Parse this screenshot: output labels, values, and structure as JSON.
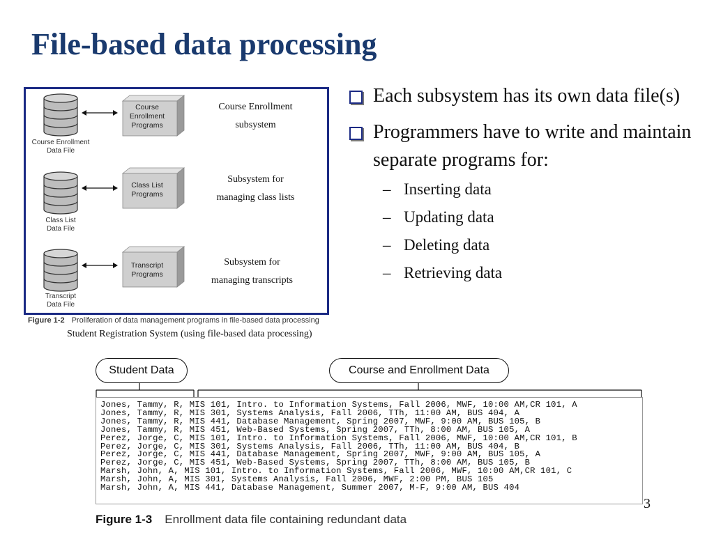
{
  "slide": {
    "title": "File-based data processing",
    "page_number": "3"
  },
  "figure_1_2": {
    "rows": [
      {
        "db_label_1": "Course Enrollment",
        "db_label_2": "Data File",
        "program_1": "Course",
        "program_2": "Enrollment",
        "program_3": "Programs",
        "subsystem_1": "Course Enrollment",
        "subsystem_2": "subsystem"
      },
      {
        "db_label_1": "Class List",
        "db_label_2": "Data File",
        "program_1": "Class List",
        "program_2": "Programs",
        "program_3": "",
        "subsystem_1": "Subsystem for",
        "subsystem_2": "managing class lists"
      },
      {
        "db_label_1": "Transcript",
        "db_label_2": "Data File",
        "program_1": "Transcript",
        "program_2": "Programs",
        "program_3": "",
        "subsystem_1": "Subsystem for",
        "subsystem_2": "managing transcripts"
      }
    ],
    "caption_number": "Figure 1-2",
    "caption_text": "Proliferation of data management programs in file-based data processing",
    "subcaption": "Student Registration System (using file-based data processing)"
  },
  "bullets": {
    "items": [
      {
        "text": "Each subsystem has its own data file(s)"
      },
      {
        "text": "Programmers have to write and maintain separate programs for:"
      }
    ],
    "subitems": [
      "Inserting data",
      "Updating data",
      "Deleting data",
      "Retrieving data"
    ]
  },
  "figure_1_3": {
    "tag_student": "Student Data",
    "tag_course": "Course and Enrollment Data",
    "lines": [
      "Jones, Tammy, R, MIS 101, Intro. to Information Systems, Fall 2006, MWF, 10:00 AM,CR 101, A",
      "Jones, Tammy, R, MIS 301, Systems Analysis, Fall 2006, TTh, 11:00 AM, BUS 404, A",
      "Jones, Tammy, R, MIS 441, Database Management, Spring 2007, MWF, 9:00 AM, BUS 105, B",
      "Jones, Tammy, R, MIS 451, Web-Based Systems, Spring 2007, TTh, 8:00 AM, BUS 105, A",
      "Perez, Jorge, C, MIS 101, Intro. to Information Systems, Fall 2006, MWF, 10:00 AM,CR 101, B",
      "Perez, Jorge, C, MIS 301, Systems Analysis, Fall 2006, TTh, 11:00 AM, BUS 404, B",
      "Perez, Jorge, C, MIS 441, Database Management, Spring 2007, MWF, 9:00 AM, BUS 105, A",
      "Perez, Jorge, C, MIS 451, Web-Based Systems, Spring 2007, TTh, 8:00 AM, BUS 105, B",
      "Marsh, John, A, MIS 101, Intro. to Information Systems, Fall 2006, MWF, 10:00 AM,CR 101, C",
      "Marsh, John, A, MIS 301, Systems Analysis, Fall 2006, MWF, 2:00 PM, BUS 105",
      "Marsh, John, A, MIS 441, Database Management, Summer 2007, M-F, 9:00 AM, BUS 404"
    ],
    "caption_number": "Figure 1-3",
    "caption_text": "Enrollment data file containing redundant data"
  },
  "colors": {
    "title": "#1a3a6e",
    "frame": "#1b2a84"
  }
}
